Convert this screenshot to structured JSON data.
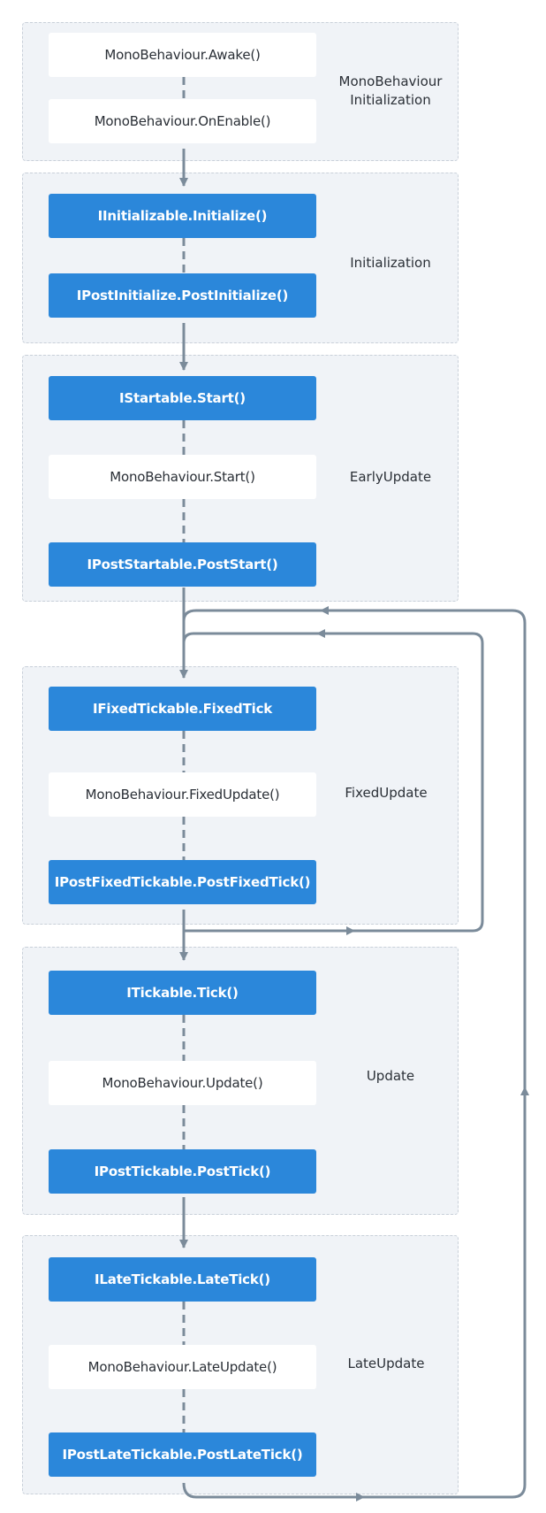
{
  "colors": {
    "group_bg": "#f0f3f7",
    "group_border": "#c9d0d9",
    "vcontainer_node": "#2b87da",
    "monobehaviour_node": "#ffffff",
    "arrow": "#7b8b9a"
  },
  "groups": [
    {
      "label": "MonoBehaviour\nInitialization",
      "nodes": [
        "MonoBehaviour.Awake()",
        "MonoBehaviour.OnEnable()"
      ]
    },
    {
      "label": "Initialization",
      "nodes": [
        "IInitializable.Initialize()",
        "IPostInitialize.PostInitialize()"
      ]
    },
    {
      "label": "EarlyUpdate",
      "nodes": [
        "IStartable.Start()",
        "MonoBehaviour.Start()",
        "IPostStartable.PostStart()"
      ]
    },
    {
      "label": "FixedUpdate",
      "nodes": [
        "IFixedTickable.FixedTick",
        "MonoBehaviour.FixedUpdate()",
        "IPostFixedTickable.PostFixedTick()"
      ]
    },
    {
      "label": "Update",
      "nodes": [
        "ITickable.Tick()",
        "MonoBehaviour.Update()",
        "IPostTickable.PostTick()"
      ]
    },
    {
      "label": "LateUpdate",
      "nodes": [
        "ILateTickable.LateTick()",
        "MonoBehaviour.LateUpdate()",
        "IPostLateTickable.PostLateTick()"
      ]
    }
  ]
}
